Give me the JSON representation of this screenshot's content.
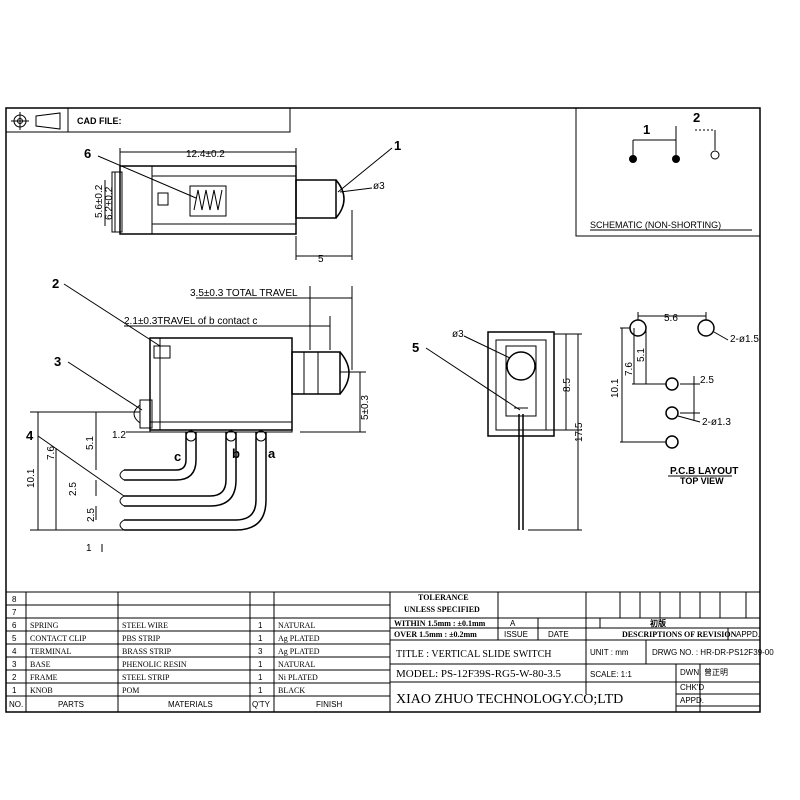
{
  "header": {
    "cad_file_label": "CAD FILE:"
  },
  "schematic": {
    "label": "SCHEMATIC (NON-SHORTING)",
    "pin1": "1",
    "pin2": "2"
  },
  "top_view": {
    "callout_1": "1",
    "callout_6": "6",
    "dim_length": "12.4±0.2",
    "dim_h1": "5.6±0.2",
    "dim_h2": "6.2±0.2",
    "dim_phi": "ø3",
    "dim_knob": "5"
  },
  "side_view": {
    "callout_2": "2",
    "callout_3": "3",
    "callout_4": "4",
    "total_travel": "3.5±0.3 TOTAL TRAVEL",
    "travel_b_c": "2.1±0.3TRAVEL of b contact c",
    "dim_1_2": "1.2",
    "dim_5_0_3": "5±0.3",
    "dim_10_1": "10.1",
    "dim_7_6": "7.6",
    "dim_5_1": "5.1",
    "dim_2_5a": "2.5",
    "dim_2_5b": "2.5",
    "dim_1": "1",
    "terminal_a": "a",
    "terminal_b": "b",
    "terminal_c": "c"
  },
  "front_view": {
    "callout_5": "5",
    "dim_phi": "ø3",
    "dim_8_5": "8.5",
    "dim_17_5": "17.5"
  },
  "pcb": {
    "dim_5_6": "5.6",
    "hole_large": "2-ø1.5",
    "dim_5_1": "5.1",
    "dim_7_6": "7.6",
    "dim_10_1": "10.1",
    "dim_2_5": "2.5",
    "hole_small": "2-ø1.3",
    "label": "P.C.B LAYOUT",
    "sublabel": "TOP VIEW"
  },
  "parts_table": {
    "rows": [
      {
        "no": "8",
        "part": "",
        "material": "",
        "qty": "",
        "finish": ""
      },
      {
        "no": "7",
        "part": "",
        "material": "",
        "qty": "",
        "finish": ""
      },
      {
        "no": "6",
        "part": "SPRING",
        "material": "STEEL WIRE",
        "qty": "1",
        "finish": "NATURAL"
      },
      {
        "no": "5",
        "part": "CONTACT CLIP",
        "material": "PBS STRIP",
        "qty": "1",
        "finish": "Ag PLATED"
      },
      {
        "no": "4",
        "part": "TERMINAL",
        "material": "BRASS STRIP",
        "qty": "3",
        "finish": "Ag PLATED"
      },
      {
        "no": "3",
        "part": "BASE",
        "material": "PHENOLIC RESIN",
        "qty": "1",
        "finish": "NATURAL"
      },
      {
        "no": "2",
        "part": "FRAME",
        "material": "STEEL STRIP",
        "qty": "1",
        "finish": "Ni PLATED"
      },
      {
        "no": "1",
        "part": "KNOB",
        "material": "POM",
        "qty": "1",
        "finish": "BLACK"
      }
    ],
    "headers": {
      "no": "NO.",
      "parts": "PARTS",
      "materials": "MATERIALS",
      "qty": "Q'TY",
      "finish": "FINISH"
    }
  },
  "tolerance": {
    "title": "TOLERANCE",
    "subtitle": "UNLESS SPECIFIED",
    "within": "WITHIN 1.5mm : ±0.1mm",
    "over": "OVER 1.5mm : ±0.2mm",
    "rev_a": "A",
    "issue": "ISSUE",
    "date": "DATE"
  },
  "revision": {
    "initial": "初版",
    "desc": "DESCRIPTIONS OF REVISION",
    "appd": "APPD."
  },
  "title_block": {
    "title": "TITLE :  VERTICAL SLIDE SWITCH",
    "model": "MODEL:  PS-12F39S-RG5-W-80-3.5",
    "company": "XIAO ZHUO TECHNOLOGY.CO;LTD",
    "unit": "UNIT : mm",
    "scale": "SCALE:  1:1",
    "drwg_no": "DRWG NO. :  HR-DR-PS12F39-00",
    "dwn_label": "DWN.",
    "dwn_name": "曾正明",
    "chkd_label": "CHK'D",
    "appd_label": "APPD."
  }
}
